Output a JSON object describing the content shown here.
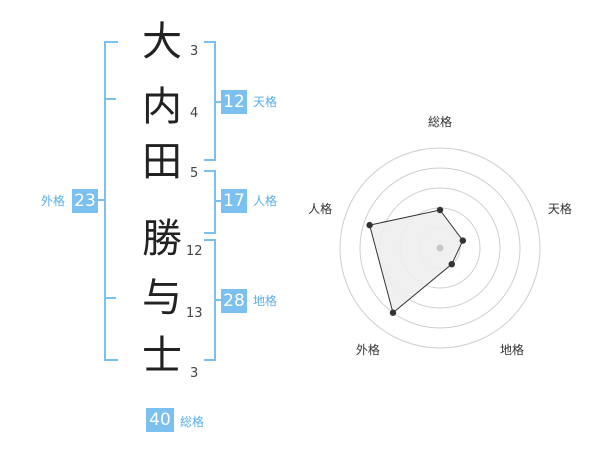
{
  "name_chars": [
    {
      "char": "大",
      "strokes": "3"
    },
    {
      "char": "内",
      "strokes": "4"
    },
    {
      "char": "田",
      "strokes": "5"
    },
    {
      "char": "勝",
      "strokes": "12"
    },
    {
      "char": "与",
      "strokes": "13"
    },
    {
      "char": "士",
      "strokes": "3"
    }
  ],
  "kakusu": {
    "tenkaku": {
      "value": "12",
      "label": "天格"
    },
    "jinkaku": {
      "value": "17",
      "label": "人格"
    },
    "chikaku": {
      "value": "28",
      "label": "地格"
    },
    "gaikaku": {
      "value": "23",
      "label": "外格"
    },
    "soukaku": {
      "value": "40",
      "label": "総格"
    }
  },
  "radar": {
    "axes": [
      "総格",
      "天格",
      "地格",
      "外格",
      "人格"
    ],
    "values": [
      1.9,
      1.2,
      1.0,
      4.0,
      3.7
    ],
    "max": 5
  },
  "colors": {
    "accent": "#7cc0f0",
    "accent_text": "#5aaee8"
  }
}
